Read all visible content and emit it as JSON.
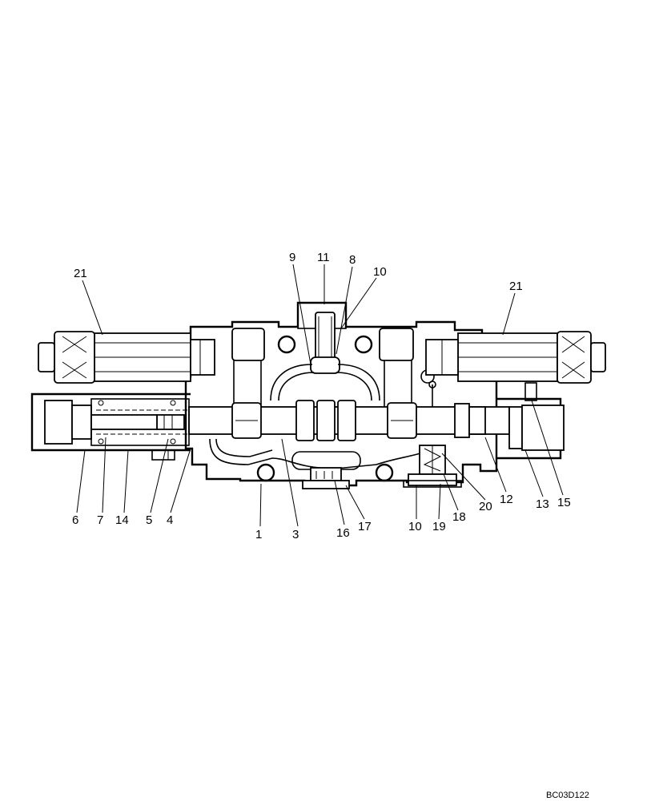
{
  "diagram": {
    "labels": {
      "l1": "1",
      "l3": "3",
      "l4": "4",
      "l5": "5",
      "l6": "6",
      "l7": "7",
      "l8": "8",
      "l9": "9",
      "l10a": "10",
      "l10b": "10",
      "l11": "11",
      "l12": "12",
      "l13": "13",
      "l14": "14",
      "l15": "15",
      "l16": "16",
      "l17": "17",
      "l18": "18",
      "l19": "19",
      "l20": "20",
      "l21a": "21",
      "l21b": "21"
    },
    "drawing_code": "BC03D122"
  }
}
